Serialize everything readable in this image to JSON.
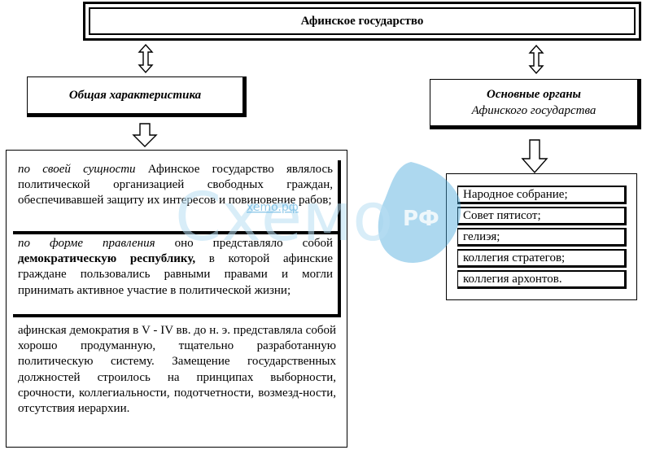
{
  "title": "Афинское государство",
  "left_heading": "Общая характеристика",
  "right_heading": {
    "line1": "Основные органы",
    "line2": "Афинского государства"
  },
  "segments": {
    "seg1": {
      "italic": "по своей сущности",
      "text": " Афинское государство являлось политической организацией свободных граждан, обеспечивавшей защиту их интересов и повиновение рабов;"
    },
    "seg2": {
      "italic": "по форме правления",
      "text1": " оно представляло собой ",
      "bold": "демократическую республику,",
      "text2": " в которой афинские граждане пользовались равными правами и могли принимать активное участие в политической жизни;"
    },
    "seg3": {
      "text": "афинская демократия в V - IV вв. до н. э. представляла собой хорошо продуманную, тщательно разработанную политическую систему. Замещение государственных должностей строилось на принципах выборности, срочности, коллегиальности, подотчетности, возмезд-ности, отсутствия иерархии."
    }
  },
  "organs": [
    "Народное собрание;",
    "Совет пятисот;",
    "гелиэя;",
    "коллегия стратегов;",
    "коллегия архонтов."
  ],
  "watermark": {
    "brand": "Схемо",
    "suffix": "РФ",
    "url": "xemo.рф"
  },
  "colors": {
    "watermark_blue": "#4aa8dc",
    "watermark_light": "#b9dff3"
  }
}
